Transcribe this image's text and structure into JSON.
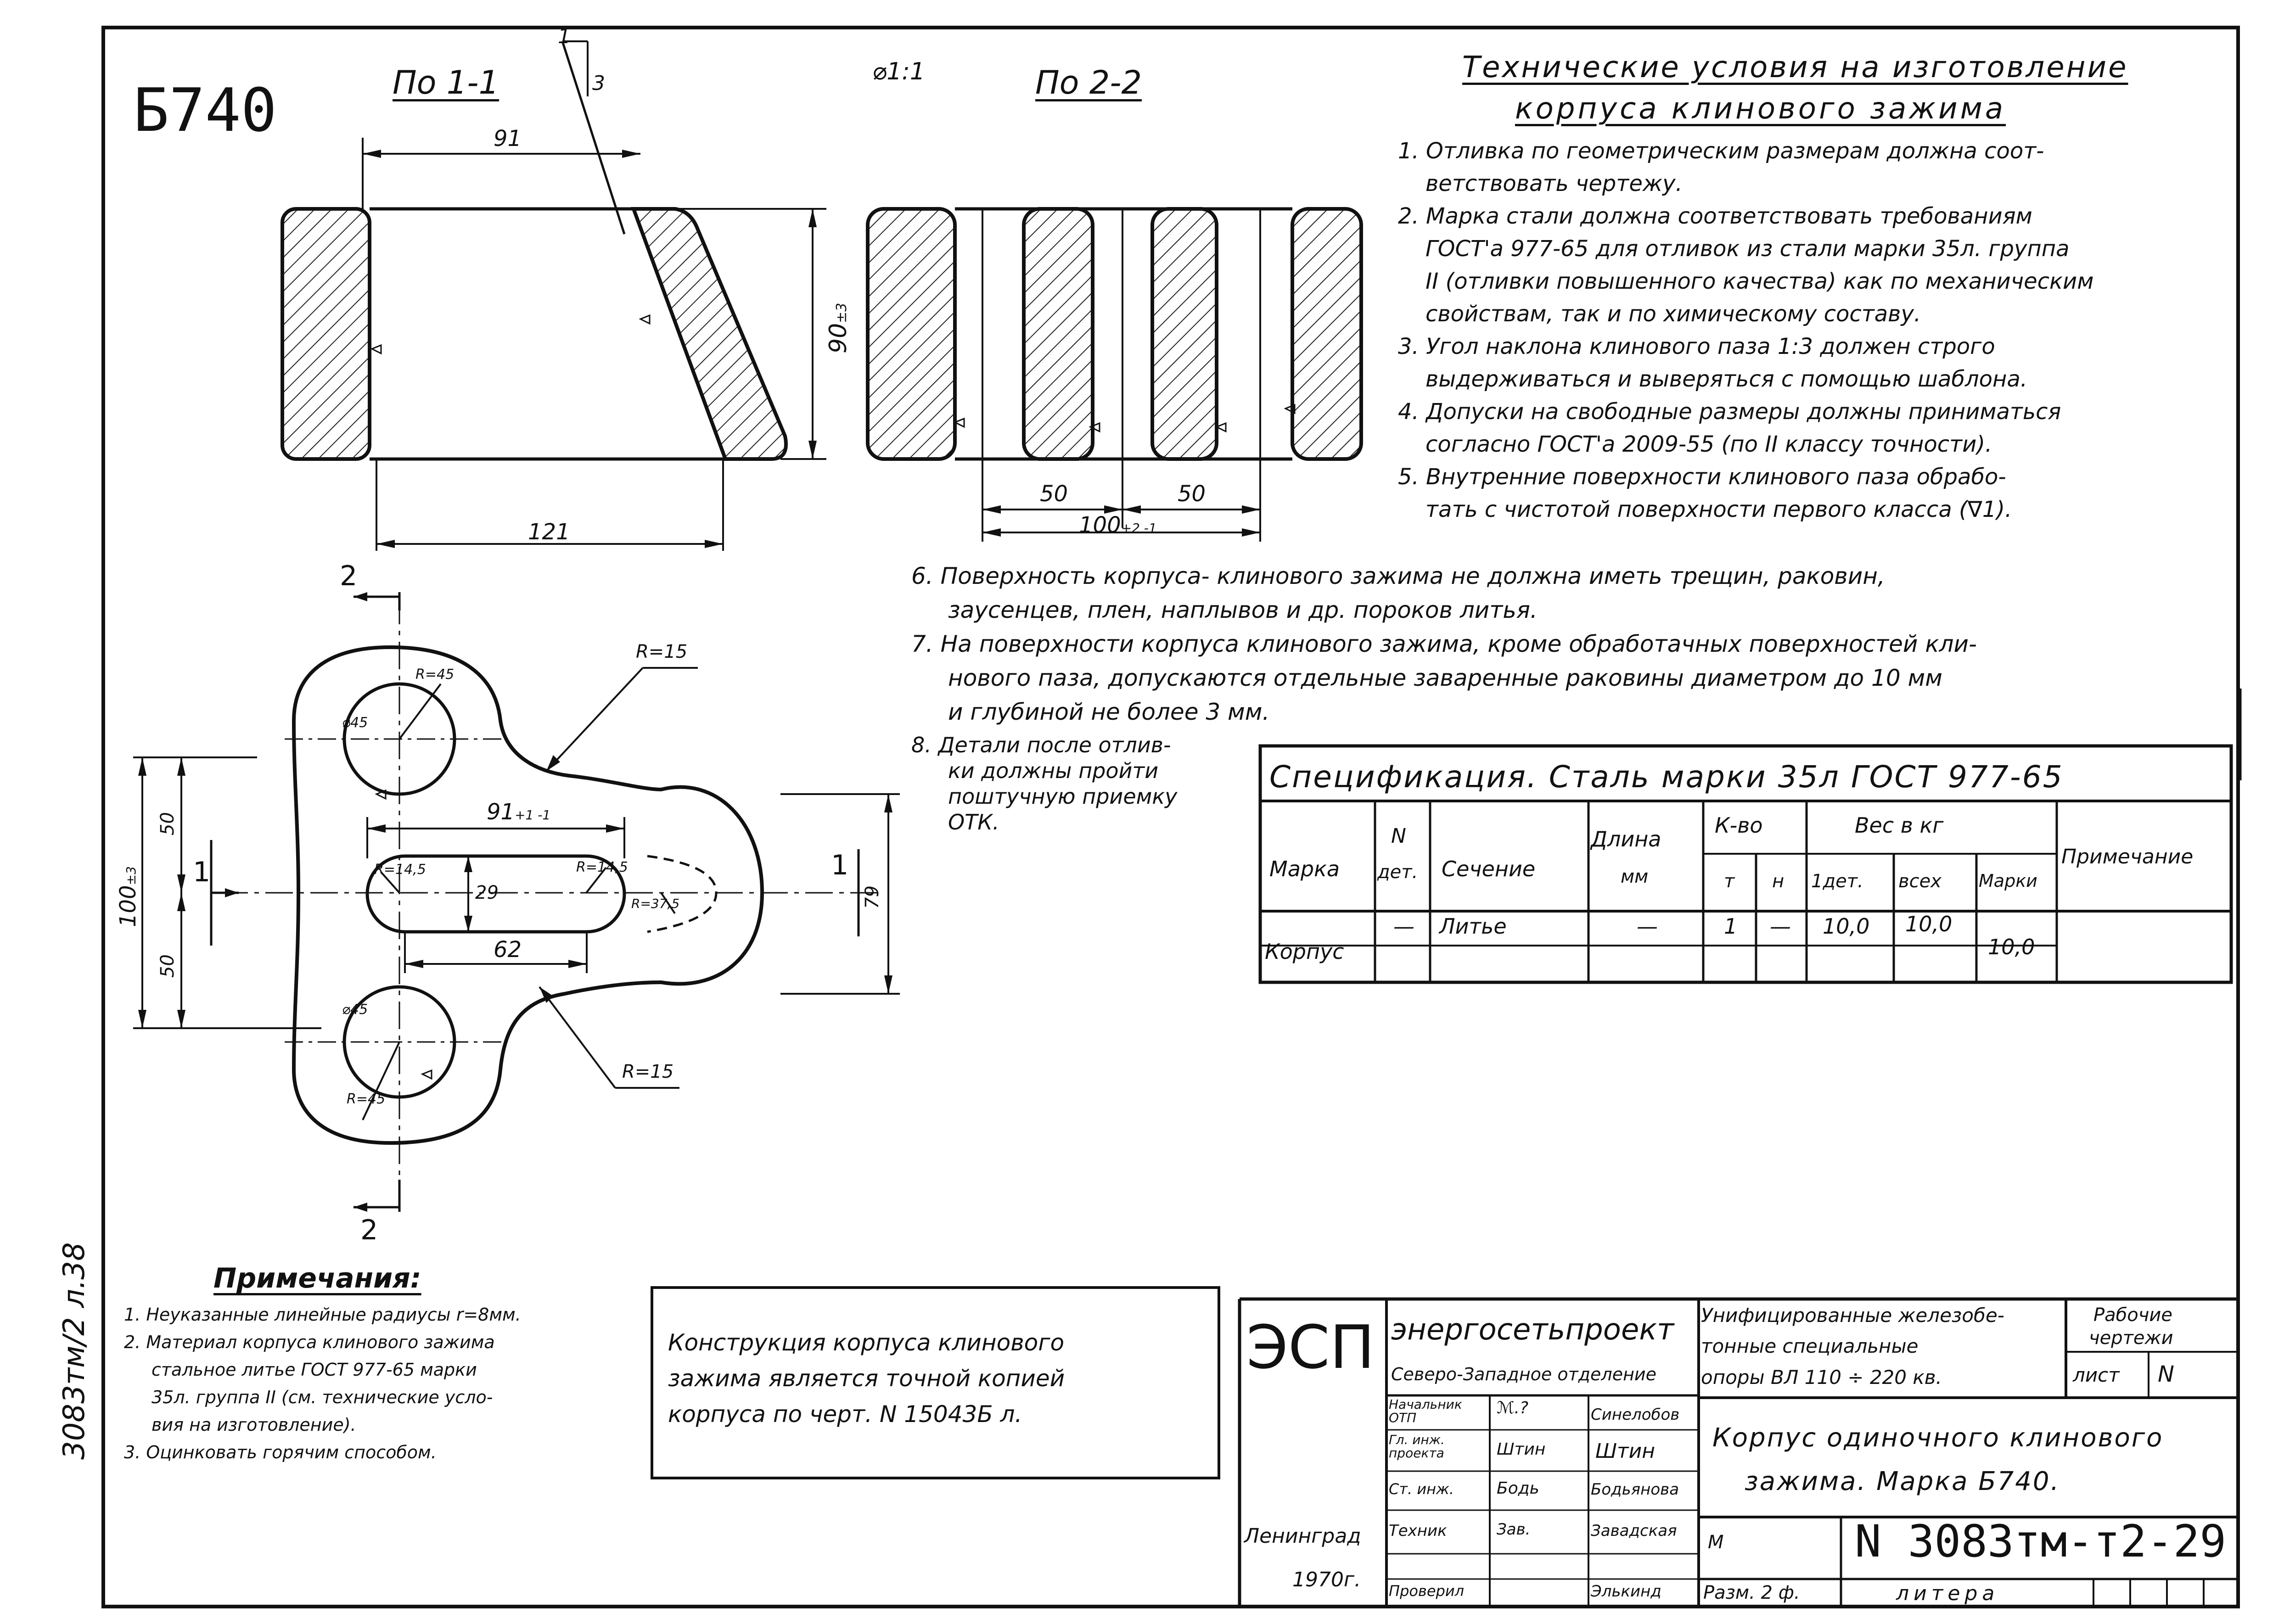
{
  "header": {
    "part_code": "Б740",
    "section_1": "По 1-1",
    "section_2": "По 2-2",
    "scale": "⌀1:1",
    "slope": {
      "a": "1",
      "b": "3"
    }
  },
  "tech_conditions": {
    "title_line1": "Технические условия на изготовление",
    "title_line2": "корпуса клинового зажима",
    "lines_top": [
      "1. Отливка по геометрическим размерам должна соот-",
      "ветствовать чертежу.",
      "2. Марка стали должна соответствовать требованиям",
      "ГОСТ'а 977-65 для отливок из стали марки 35л. группа",
      "II (отливки повышенного качества) как по механическим",
      "свойствам, так и по химическому составу.",
      "3. Угол наклона клинового паза 1:3 должен строго",
      "выдерживаться и выверяться с помощью шаблона.",
      "4. Допуски на свободные размеры должны приниматься",
      "согласно ГОСТ'а 2009-55 (по II классу точности).",
      "5. Внутренние поверхности клинового паза обрабо-",
      "тать с чистотой поверхности первого класса (∇1)."
    ],
    "lines_wide": [
      "6. Поверхность корпуса- клинового зажима не должна иметь трещин, раковин,",
      "заусенцев, плен, наплывов и др. пороков литья.",
      "7. На поверхности корпуса клинового зажима, кроме обработачных поверхностей кли-",
      "нового паза, допускаются отдельные заваренные раковины диаметром до 10 мм",
      "и глубиной не более 3 мм."
    ],
    "lines_item8": [
      "8. Детали после отлив-",
      "ки должны пройти",
      "поштучную приемку",
      "ОТК."
    ]
  },
  "dimensions": {
    "top_width": "91",
    "bottom_width": "121",
    "height": "90",
    "height_tol": "±3",
    "section2_left": "50",
    "section2_right": "50",
    "section2_total": "100",
    "section2_total_tol": "+2 -1",
    "slot_len": "91",
    "slot_len_tol": "+1 -1",
    "inner_len": "62",
    "slot_width": "29",
    "slot_r_left": "R=14,5",
    "slot_r_right": "R=14,5",
    "r15_upper": "R=15",
    "r15_lower": "R=15",
    "hole_dia_upper": "⌀45",
    "hole_dia_lower": "⌀45",
    "r_upper": "R=45",
    "r_lower": "R=45",
    "r_right": "R=37,5",
    "height_left": "100",
    "height_left_tol": "±3",
    "half_upper": "50",
    "half_lower": "50",
    "right_h": "79",
    "cut_1": "1",
    "cut_2": "2"
  },
  "spec": {
    "title": "Спецификация.  Сталь  марки  35л  ГОСТ 977-65",
    "headers": {
      "mark": "Марка",
      "n_a": "N",
      "n_b": "дет.",
      "section": "Сечение",
      "length_a": "Длина",
      "length_b": "мм",
      "qty": "К-во",
      "qty_t": "т",
      "qty_n": "н",
      "weight": "Вес в кг",
      "w1": "1дет.",
      "w_all": "всех",
      "w_mark": "Марки",
      "note": "Примечание"
    },
    "row": {
      "mark": "Корпус",
      "n": "—",
      "section": "Литье",
      "length": "—",
      "t": "1",
      "n2": "—",
      "w1": "10,0",
      "w_all": "10,0",
      "w_mark": "10,0"
    }
  },
  "notes": {
    "title": "Примечания:",
    "lines": [
      "1. Неуказанные линейные радиусы r=8мм.",
      "2. Материал корпуса клинового зажима",
      "стальное литье ГОСТ 977-65 марки",
      "35л. группа II (см. технические усло-",
      "вия на изготовление).",
      "3. Оцинковать горячим способом."
    ]
  },
  "copy_note": [
    "Конструкция корпуса клинового",
    "зажима является точной копией",
    "корпуса по черт. N 15043Б л."
  ],
  "side_ref": "3083тм/2 л.38",
  "title_block": {
    "esp": "ЭСП",
    "org1": "энергосетьпроект",
    "org2": "Северо-Западное отделение",
    "project1": "Унифицированные железобе-",
    "project2": "тонные специальные",
    "project3": "опоры ВЛ 110 ÷ 220 кв.",
    "working1": "Рабочие",
    "working2": "чертежи",
    "sheet_label": "лист",
    "sheet_value": "N",
    "roles": [
      "Начальник ОТП",
      "Гл. инж. проекта",
      "Ст. инж.",
      "Техник",
      "Проверил"
    ],
    "names": [
      "Синелобов",
      "Штин",
      "Бодьянова",
      "Завадская",
      "Элькинд"
    ],
    "sign_samples": [
      "ℳ.?",
      "Штин",
      "Бодь",
      "Зав.",
      ""
    ],
    "name1": "Корпус одиночного клинового",
    "name2": "зажима.  Марка  Б740.",
    "m_label": "М",
    "doc_no": "N 3083тм-т2-29",
    "size": "Разм. 2 ф.",
    "litera": "литера",
    "city": "Ленинград",
    "year": "1970г."
  }
}
